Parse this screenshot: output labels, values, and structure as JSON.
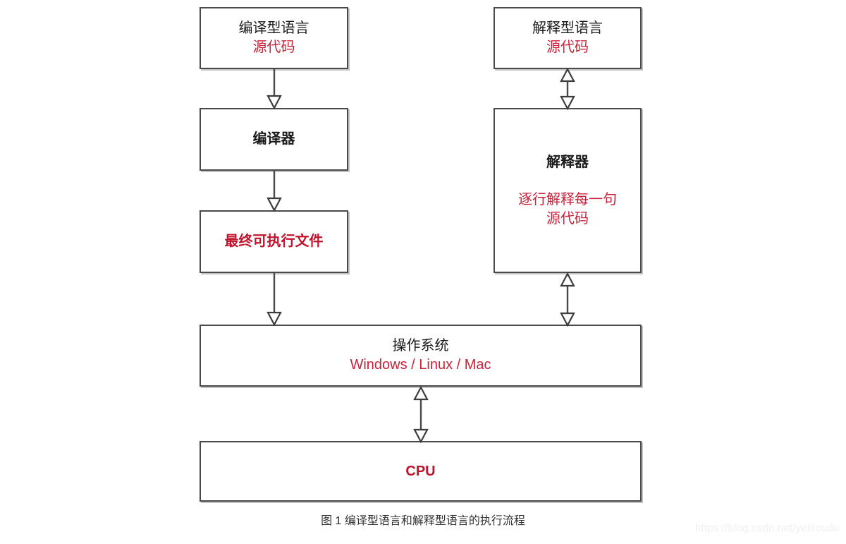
{
  "diagram": {
    "caption": "图 1 编译型语言和解释型语言的执行流程",
    "watermark": "https://blog.csdn.net/yelitoudu",
    "colors": {
      "red": "#c8233c",
      "red_bold": "#c0142e",
      "black": "#1b1b1b",
      "border": "#4a4a4a",
      "background": "#ffffff",
      "caption": "#333333",
      "watermark": "#f0f0f0"
    },
    "nodes": {
      "compiled_source": {
        "title": "编译型语言",
        "subtitle": "源代码"
      },
      "compiler": {
        "title": "编译器"
      },
      "executable": {
        "title": "最终可执行文件"
      },
      "interpreted_source": {
        "title": "解释型语言",
        "subtitle": "源代码"
      },
      "interpreter": {
        "title": "解释器",
        "line1": "逐行解释每一句",
        "line2": "源代码"
      },
      "operating_system": {
        "title": "操作系统",
        "subtitle": "Windows / Linux / Mac"
      },
      "cpu": {
        "title": "CPU"
      }
    },
    "connectors": [
      {
        "name": "compiled-source-to-compiler",
        "from": "compiled_source",
        "to": "compiler",
        "style": "single-down"
      },
      {
        "name": "compiler-to-executable",
        "from": "compiler",
        "to": "executable",
        "style": "single-down"
      },
      {
        "name": "executable-to-os",
        "from": "executable",
        "to": "operating_system",
        "style": "single-down"
      },
      {
        "name": "interpreted-source-to-interpreter",
        "from": "interpreted_source",
        "to": "interpreter",
        "style": "double"
      },
      {
        "name": "interpreter-to-os",
        "from": "interpreter",
        "to": "operating_system",
        "style": "double"
      },
      {
        "name": "os-to-cpu",
        "from": "operating_system",
        "to": "cpu",
        "style": "double"
      }
    ]
  }
}
